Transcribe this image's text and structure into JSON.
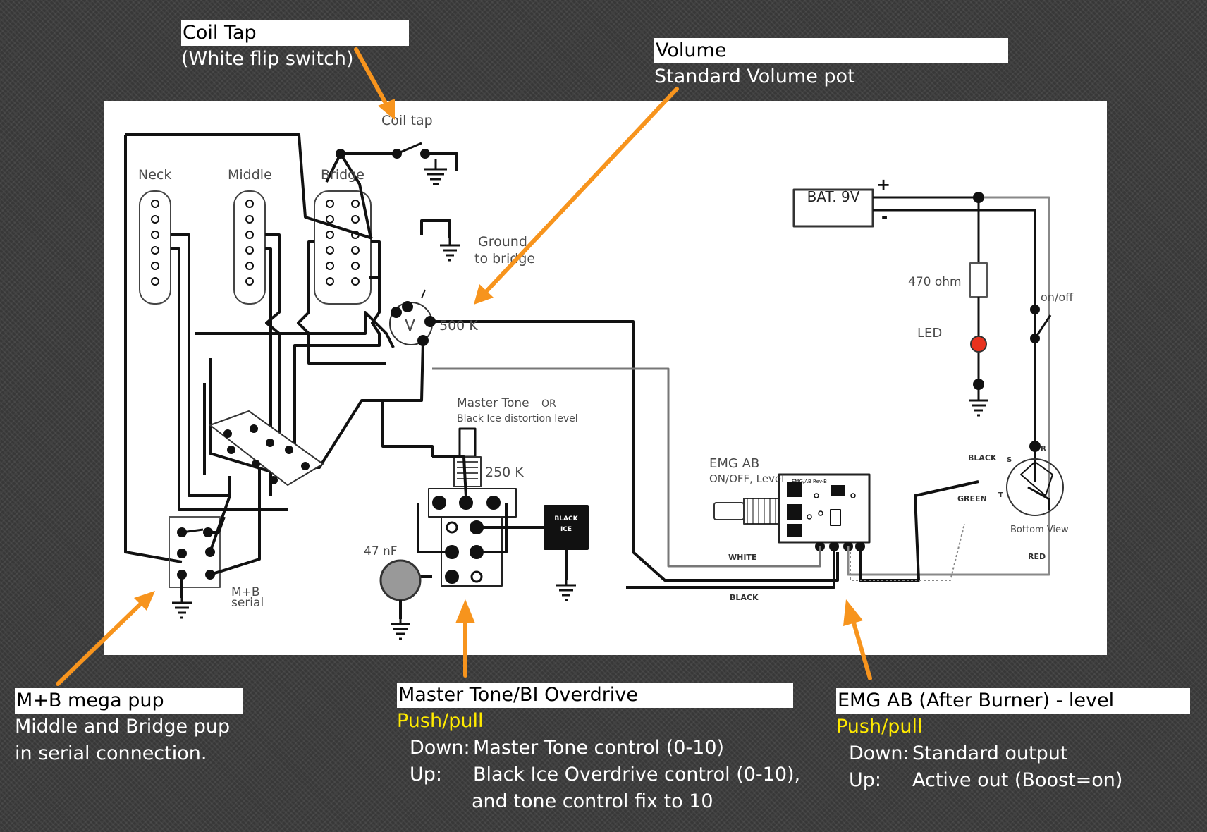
{
  "callouts": {
    "coil_tap": {
      "title": "Coil Tap",
      "desc": "(White flip switch)"
    },
    "volume": {
      "title": "Volume",
      "desc": "Standard Volume pot"
    },
    "mb": {
      "title": "M+B mega pup",
      "line1": "Middle and Bridge pup",
      "line2": "in serial connection."
    },
    "master_tone": {
      "title": "Master Tone/BI Overdrive",
      "push": "Push/pull",
      "down_label": "Down:",
      "down_text": "Master Tone control (0-10)",
      "up_label": "Up:",
      "up_text": "Black Ice Overdrive  control (0-10),",
      "up_text2": "and tone control fix to 10"
    },
    "emg": {
      "title": "EMG AB (After Burner) - level",
      "push": "Push/pull",
      "down_label": "Down:",
      "down_text": "Standard output",
      "up_label": "Up:",
      "up_text": "Active out (Boost=on)"
    }
  },
  "diagram": {
    "pickups": {
      "neck": "Neck",
      "middle": "Middle",
      "bridge": "Bridge"
    },
    "coil_tap_label": "Coil tap",
    "ground_label_1": "Ground",
    "ground_label_2": "to bridge",
    "volume_value": "500 K",
    "volume_letter": "V",
    "master_tone_label": "Master Tone",
    "master_tone_or": "OR",
    "black_ice_level": "Black Ice distortion level",
    "tone_value": "250 K",
    "black_ice_1": "BLACK",
    "black_ice_2": "ICE",
    "cap_value": "47 nF",
    "mb_switch_1": "M+B",
    "mb_switch_2": "serial",
    "emg_title": "EMG AB",
    "emg_sub": "ON/OFF, Level",
    "battery": "BAT. 9V",
    "plus": "+",
    "minus": "-",
    "resistor": "470 ohm",
    "led": "LED",
    "on_off": "on/off",
    "wire_black_1": "BLACK",
    "wire_black_2": "BLACK",
    "wire_white": "WHITE",
    "wire_green": "GREEN",
    "wire_red": "RED",
    "jack_s": "S",
    "jack_r": "R",
    "jack_t": "T",
    "bottom_view": "Bottom View",
    "pcb_label": "EMG/AB Rev-B"
  },
  "colors": {
    "accent_arrow": "#f7941d",
    "led": "#e8321e",
    "push_pull": "#ffea00"
  }
}
